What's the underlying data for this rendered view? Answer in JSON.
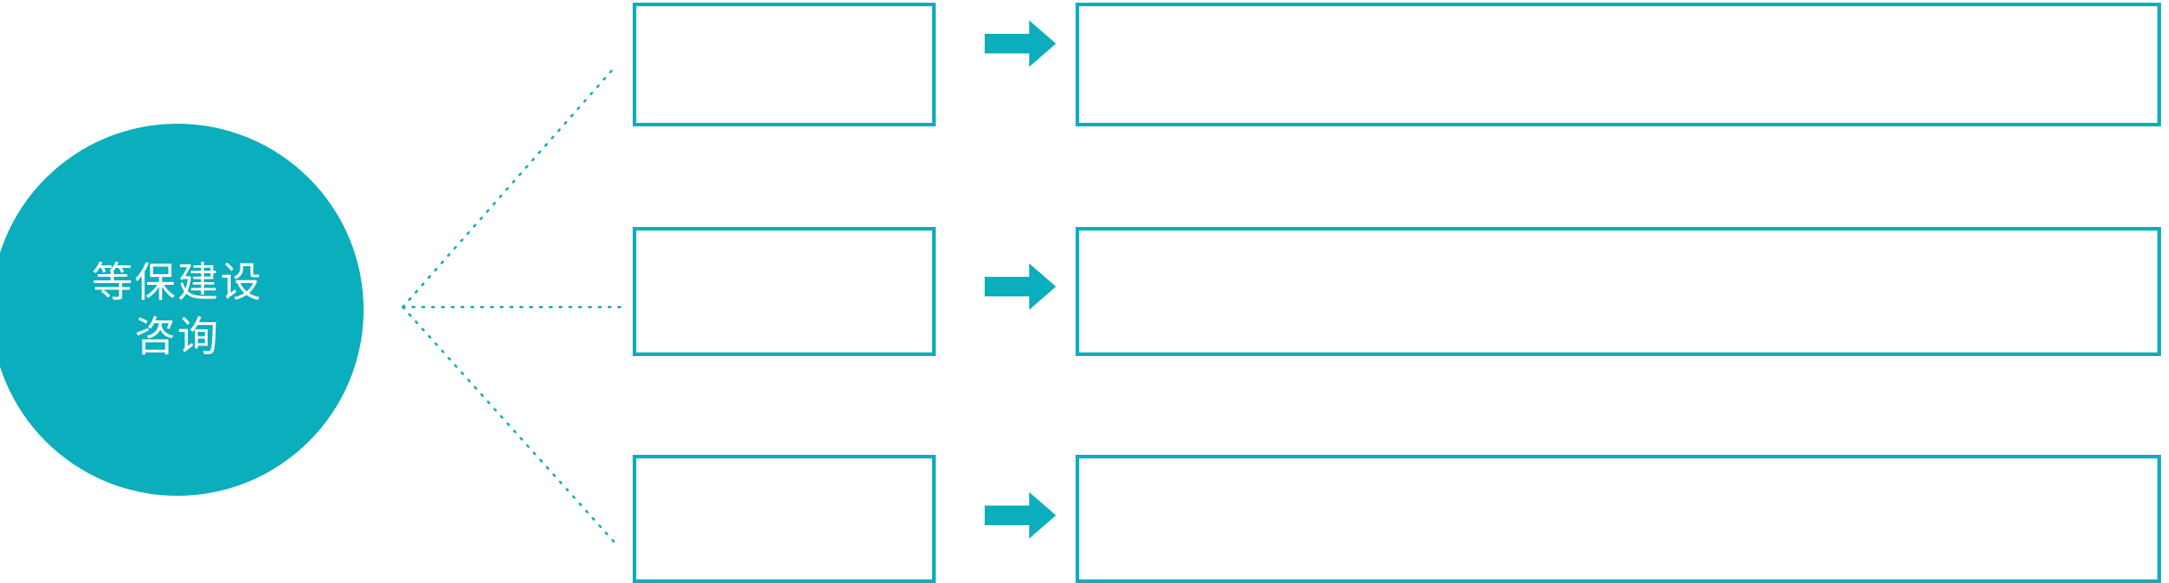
{
  "diagram": {
    "title": "等保建设咨询",
    "accent_color": "#0AAEBC",
    "background_color": "#FFFFFF",
    "hub": {
      "name": "hub-circle",
      "shape": "circle",
      "fill": "#0AAEBC",
      "text_color": "#FFFFFF",
      "lines": [
        "等保建设",
        "咨询"
      ]
    },
    "arrow_icon": "right-arrow-icon",
    "connector_style": "dotted",
    "rows": [
      {
        "id": "row-1",
        "stage_label": "",
        "detail_label": ""
      },
      {
        "id": "row-2",
        "stage_label": "",
        "detail_label": ""
      },
      {
        "id": "row-3",
        "stage_label": "",
        "detail_label": ""
      }
    ]
  }
}
